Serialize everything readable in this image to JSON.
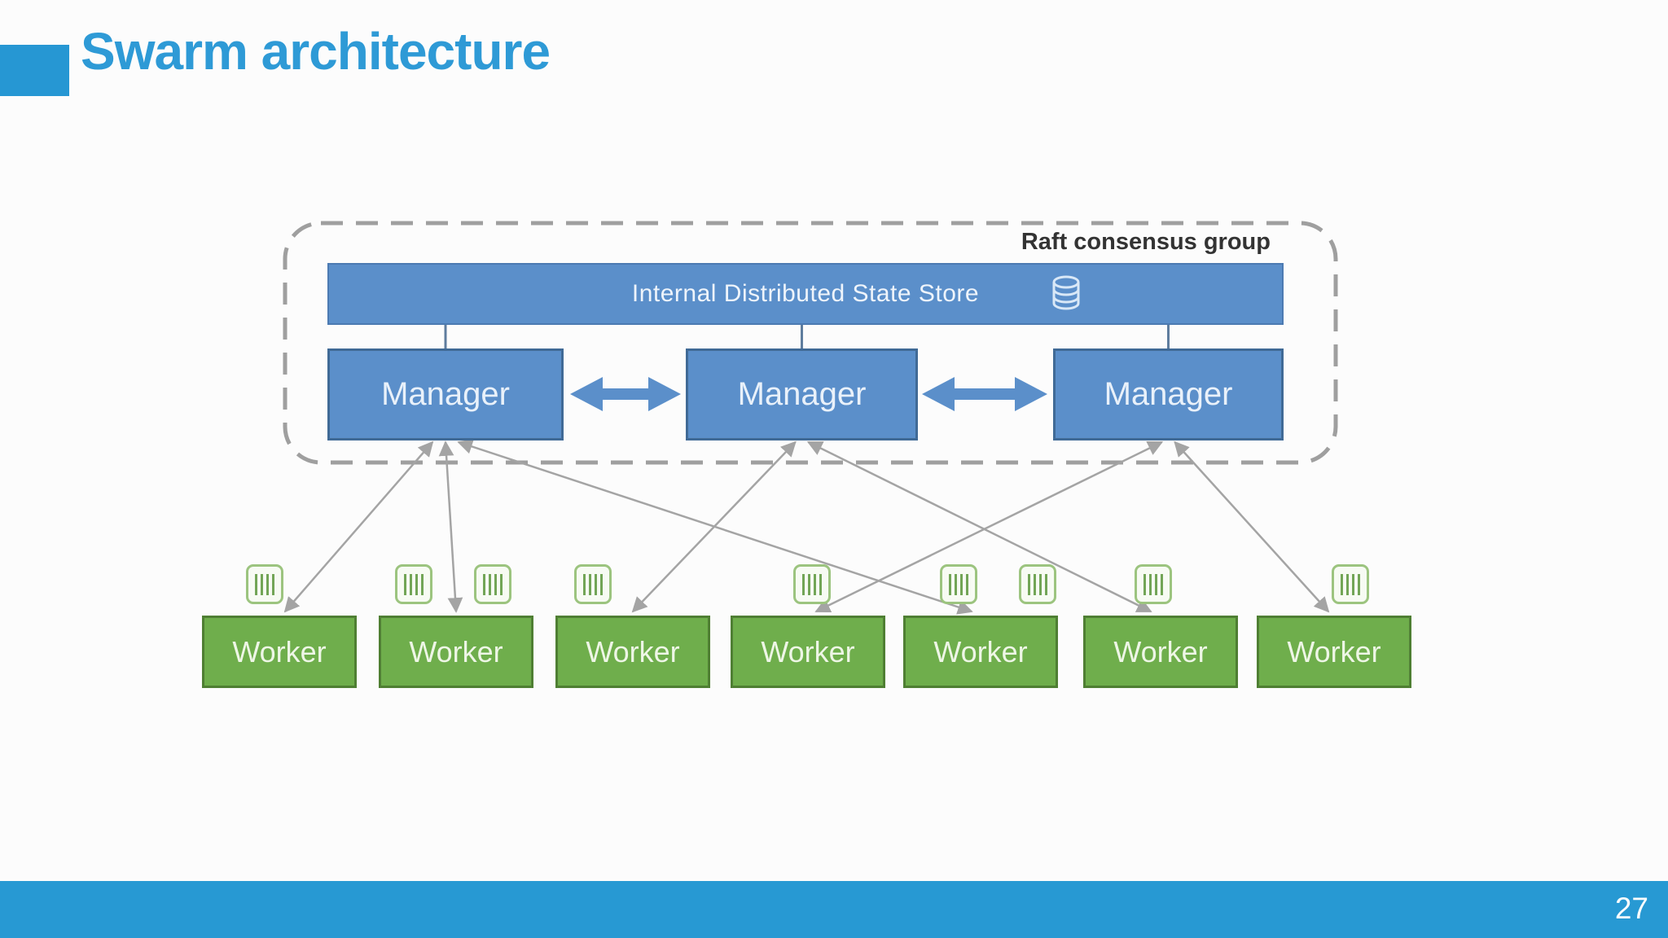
{
  "slide": {
    "title": "Swarm architecture",
    "page_number": "27"
  },
  "diagram": {
    "group_label": "Raft consensus group",
    "state_store": {
      "label": "Internal Distributed State Store",
      "icon": "database-icon"
    },
    "managers": [
      {
        "label": "Manager"
      },
      {
        "label": "Manager"
      },
      {
        "label": "Manager"
      }
    ],
    "manager_link_style": "bidirectional-arrow",
    "workers": [
      {
        "label": "Worker",
        "containers": 1
      },
      {
        "label": "Worker",
        "containers": 2
      },
      {
        "label": "Worker",
        "containers": 1
      },
      {
        "label": "Worker",
        "containers": 1
      },
      {
        "label": "Worker",
        "containers": 2
      },
      {
        "label": "Worker",
        "containers": 1
      },
      {
        "label": "Worker",
        "containers": 1
      }
    ],
    "edges": [
      {
        "from": "manager-1",
        "to": "worker-1",
        "bidirectional": true
      },
      {
        "from": "manager-1",
        "to": "worker-2",
        "bidirectional": true
      },
      {
        "from": "manager-1",
        "to": "worker-5",
        "bidirectional": true
      },
      {
        "from": "manager-2",
        "to": "worker-3",
        "bidirectional": true
      },
      {
        "from": "manager-2",
        "to": "worker-6",
        "bidirectional": true
      },
      {
        "from": "manager-3",
        "to": "worker-4",
        "bidirectional": true
      },
      {
        "from": "manager-3",
        "to": "worker-7",
        "bidirectional": true
      }
    ],
    "colors": {
      "title_blue": "#2e9ad6",
      "accent_blue": "#2697d3",
      "footer_blue": "#2799d3",
      "node_blue": "#5b8fca",
      "node_blue_border": "#406a96",
      "worker_green": "#6fae4c",
      "worker_green_border": "#4f7f33",
      "edge_gray": "#a4a4a4",
      "group_border_gray": "#9f9f9f"
    }
  }
}
